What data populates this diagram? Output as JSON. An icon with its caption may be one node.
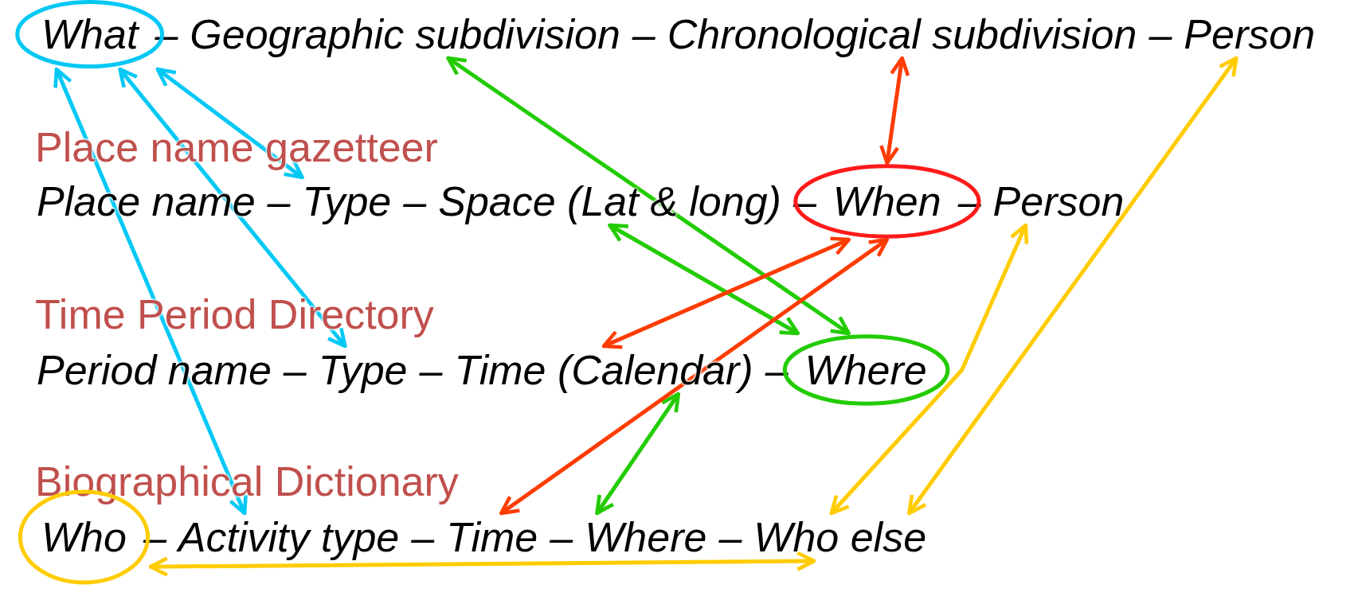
{
  "diagram": {
    "nodes": [
      {
        "text": [
          "What"
        ]
      },
      {
        "text": [
          "Geographic subdivision"
        ]
      },
      {
        "text": [
          "Chronological subdivision"
        ]
      },
      {
        "text": [
          "Person"
        ]
      },
      {
        "text": [
          "Place name"
        ]
      },
      {
        "text": [
          "Type"
        ]
      },
      {
        "text": [
          "Space (Lat & long)"
        ]
      },
      {
        "text": [
          "When"
        ]
      },
      {
        "text": [
          "Person"
        ]
      },
      {
        "text": [
          "Period name"
        ]
      },
      {
        "text": [
          "Type"
        ]
      },
      {
        "text": [
          "Time (Calendar)"
        ]
      },
      {
        "text": [
          "Where"
        ]
      },
      {
        "text": [
          "Who"
        ]
      },
      {
        "text": [
          "Activity type"
        ]
      },
      {
        "text": [
          "Time"
        ]
      },
      {
        "text": [
          "Where"
        ]
      },
      {
        "text": [
          "Who else"
        ]
      }
    ],
    "edges": [
      {
        "from": 0,
        "to": 5,
        "arrow": "both",
        "color": "#00c8f5"
      },
      {
        "from": 0,
        "to": 10,
        "arrow": "both",
        "color": "#00c8f5"
      },
      {
        "from": 0,
        "to": 14,
        "arrow": "both",
        "color": "#00c8f5"
      },
      {
        "from": 1,
        "to": 12,
        "arrow": "both",
        "color": "#22cc00"
      },
      {
        "from": 6,
        "to": 12,
        "arrow": "both",
        "color": "#22cc00"
      },
      {
        "from": 11,
        "to": 16,
        "arrow": "both",
        "color": "#22cc00"
      },
      {
        "from": 2,
        "to": 7,
        "arrow": "both",
        "color": "#ff3c00"
      },
      {
        "from": 7,
        "to": 11,
        "arrow": "both",
        "color": "#ff3c00"
      },
      {
        "from": 7,
        "to": 15,
        "arrow": "both",
        "color": "#ff3c00"
      },
      {
        "from": 8,
        "to": 17,
        "arrow": "both",
        "color": "#ffcc00"
      },
      {
        "from": 3,
        "to": 17,
        "arrow": "both",
        "color": "#ffcc00"
      },
      {
        "from": 13,
        "to": 17,
        "arrow": "both",
        "color": "#ffcc00"
      }
    ],
    "labels": [
      "–",
      "–",
      "–",
      "Place name gazetteer",
      "–",
      "–",
      "–",
      "–",
      "Time Period Directory",
      "–",
      "–",
      "–",
      "Biographical Dictionary",
      "–",
      "–",
      "–",
      "–"
    ]
  }
}
